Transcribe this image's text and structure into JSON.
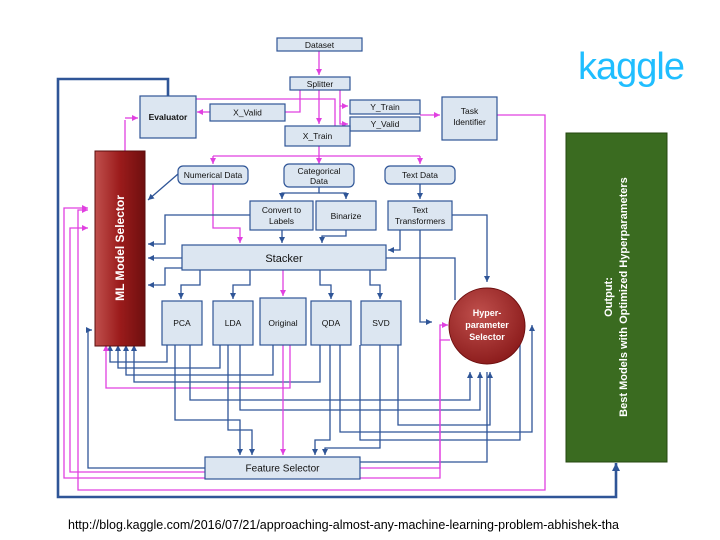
{
  "logo": "kaggle",
  "source_url": "http://blog.kaggle.com/2016/07/21/approaching-almost-any-machine-learning-problem-abhishek-tha",
  "nodes": {
    "dataset": "Dataset",
    "splitter": "Splitter",
    "evaluator": "Evaluator",
    "x_valid": "X_Valid",
    "y_train": "Y_Train",
    "y_valid": "Y_Valid",
    "task_identifier_1": "Task",
    "task_identifier_2": "Identifier",
    "x_train": "X_Train",
    "numerical_data": "Numerical Data",
    "categorical_data_1": "Categorical",
    "categorical_data_2": "Data",
    "text_data": "Text Data",
    "convert_to_labels_1": "Convert to",
    "convert_to_labels_2": "Labels",
    "binarize": "Binarize",
    "text_transformers_1": "Text",
    "text_transformers_2": "Transformers",
    "stacker": "Stacker",
    "pca": "PCA",
    "lda": "LDA",
    "original": "Original",
    "qda": "QDA",
    "svd": "SVD",
    "ml_model_selector": "ML Model Selector",
    "hyperparameter_selector_1": "Hyper-",
    "hyperparameter_selector_2": "parameter",
    "hyperparameter_selector_3": "Selector",
    "feature_selector": "Feature Selector",
    "output_1": "Output:",
    "output_2": "Best Models with Optimized Hyperparameters"
  },
  "colors": {
    "box_fill": "#dce6f1",
    "box_stroke": "#2f5597",
    "flow_blue": "#2f5597",
    "flow_pink": "#e040e0",
    "model_selector_red": "#9b1b1b",
    "output_green": "#3a6b20",
    "kaggle_blue": "#20beff"
  }
}
